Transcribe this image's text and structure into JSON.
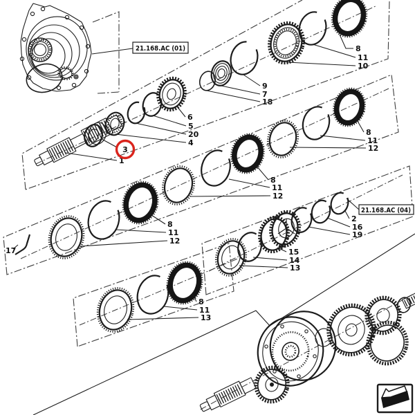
{
  "figure": {
    "type": "exploded-parts-diagram",
    "ref_labels": [
      {
        "text": "21.168.AC (01)"
      },
      {
        "text": "21.168.AC (04)"
      }
    ],
    "highlight": {
      "number": "3",
      "color": "#da251d"
    },
    "callouts": [
      {
        "n": "8"
      },
      {
        "n": "11"
      },
      {
        "n": "10"
      },
      {
        "n": "9"
      },
      {
        "n": "7"
      },
      {
        "n": "18"
      },
      {
        "n": "6"
      },
      {
        "n": "5"
      },
      {
        "n": "20"
      },
      {
        "n": "4"
      },
      {
        "n": "3"
      },
      {
        "n": "1"
      },
      {
        "n": "8"
      },
      {
        "n": "11"
      },
      {
        "n": "12"
      },
      {
        "n": "8"
      },
      {
        "n": "11"
      },
      {
        "n": "12"
      },
      {
        "n": "8"
      },
      {
        "n": "11"
      },
      {
        "n": "12"
      },
      {
        "n": "17"
      },
      {
        "n": "2"
      },
      {
        "n": "16"
      },
      {
        "n": "19"
      },
      {
        "n": "15"
      },
      {
        "n": "14"
      },
      {
        "n": "13"
      },
      {
        "n": "8"
      },
      {
        "n": "11"
      },
      {
        "n": "13"
      }
    ],
    "nav_icon": "thick-left-arrow"
  }
}
